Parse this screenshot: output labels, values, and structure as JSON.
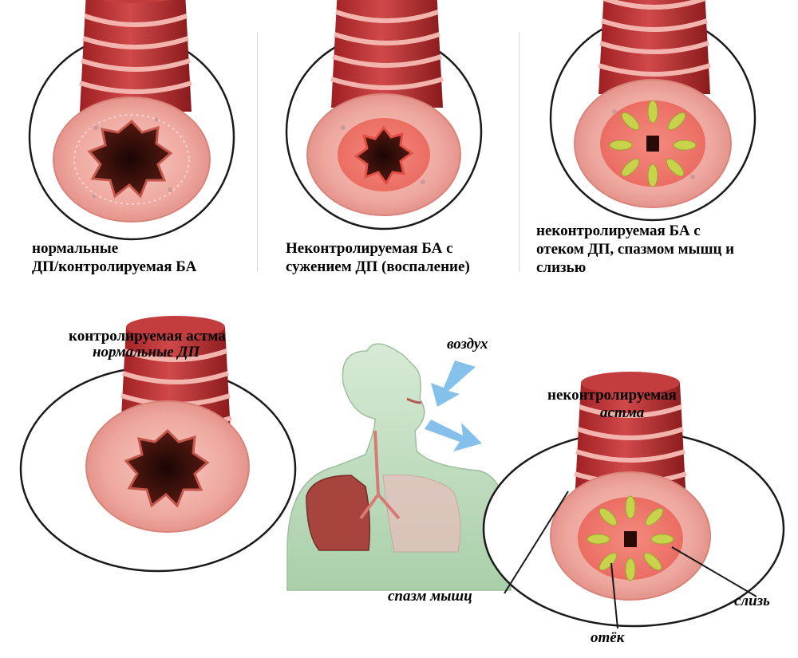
{
  "top_panels": [
    {
      "caption_lines": [
        "нормальные",
        "ДП/контролируемая БА"
      ],
      "state": "normal"
    },
    {
      "caption_lines": [
        "Неконтролируемая БА с",
        "сужением ДП (воспаление)"
      ],
      "state": "inflamed"
    },
    {
      "caption_lines": [
        "неконтролируемая БА с",
        "отеком ДП, спазмом мышц и",
        "слизью"
      ],
      "state": "obstructed"
    }
  ],
  "bottom": {
    "controlled_title": "контролируемая астма",
    "controlled_subtitle": "нормальные ДП",
    "air_label": "воздух",
    "uncontrolled_title": "неконтролируемая",
    "uncontrolled_subtitle": "астма",
    "callouts": {
      "muscle_spasm": "спазм мышц",
      "edema": "отёк",
      "mucus": "слизь"
    }
  },
  "colors": {
    "tissue_outer": "#f0b5ad",
    "tissue_inner": "#e88f86",
    "muscle_band": "#b52c2c",
    "lumen": "#3a0e0a",
    "inflamed": "#f06a5f",
    "mucus": "#c8d24a",
    "body_skin": "#c9e3c9",
    "lung": "#a8443e",
    "air_arrow": "#6fb6e8"
  }
}
